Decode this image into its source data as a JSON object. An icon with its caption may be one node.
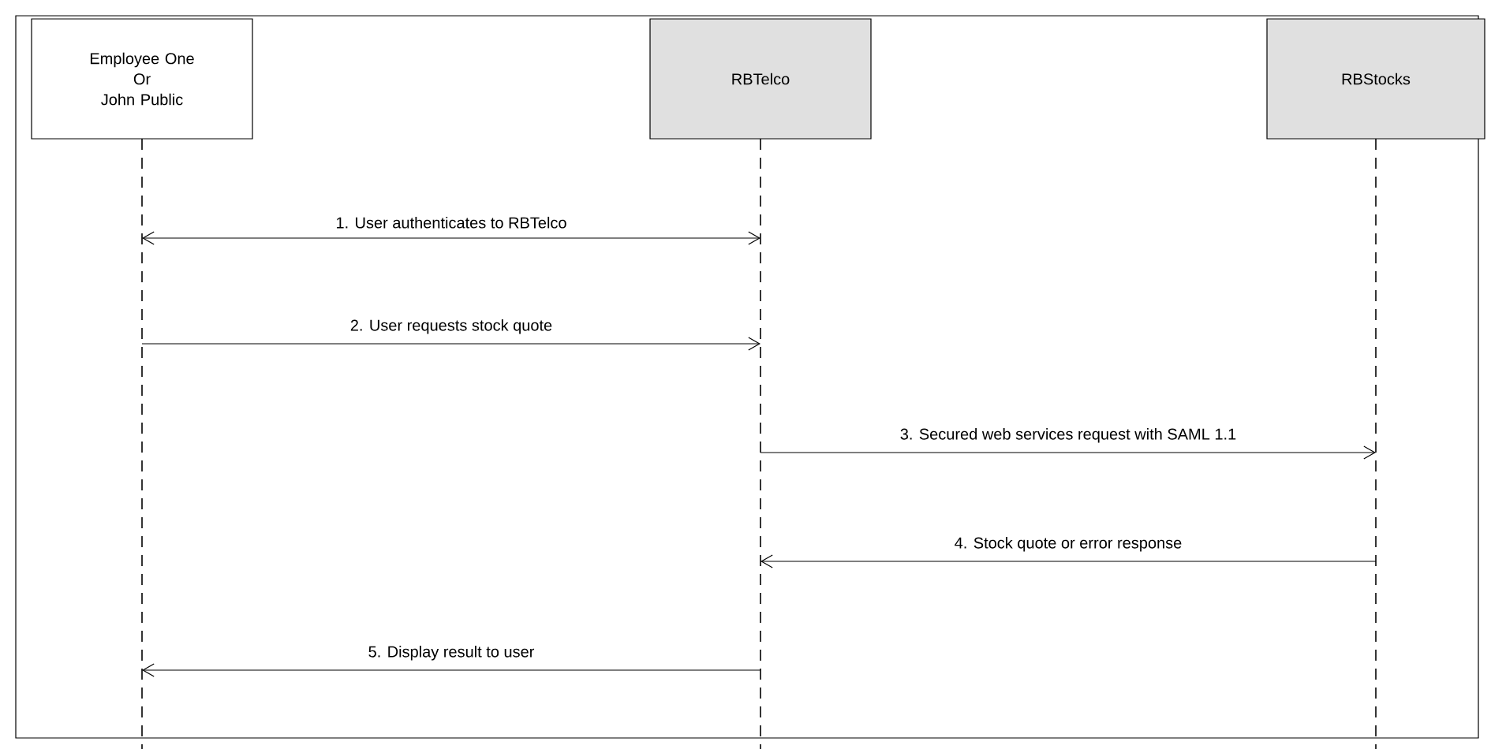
{
  "diagram": {
    "nodes": [
      {
        "text": [
          "Employee One Or John Public"
        ]
      },
      {
        "text": [
          "RBTelco"
        ]
      },
      {
        "text": [
          "RBStocks"
        ]
      }
    ],
    "edges": [
      {
        "from": 0,
        "to": 1,
        "arrow": "both",
        "label": "1. User authenticates to RBTelco"
      },
      {
        "from": 0,
        "to": 1,
        "arrow": "to",
        "label": "2. User requests stock quote"
      },
      {
        "from": 1,
        "to": 2,
        "arrow": "to",
        "label": "3. Secured web services request with SAML 1.1"
      },
      {
        "from": 2,
        "to": 1,
        "arrow": "to",
        "label": "4. Stock quote or error response"
      },
      {
        "from": 1,
        "to": 0,
        "arrow": "to",
        "label": "5. Display result to user"
      }
    ]
  }
}
